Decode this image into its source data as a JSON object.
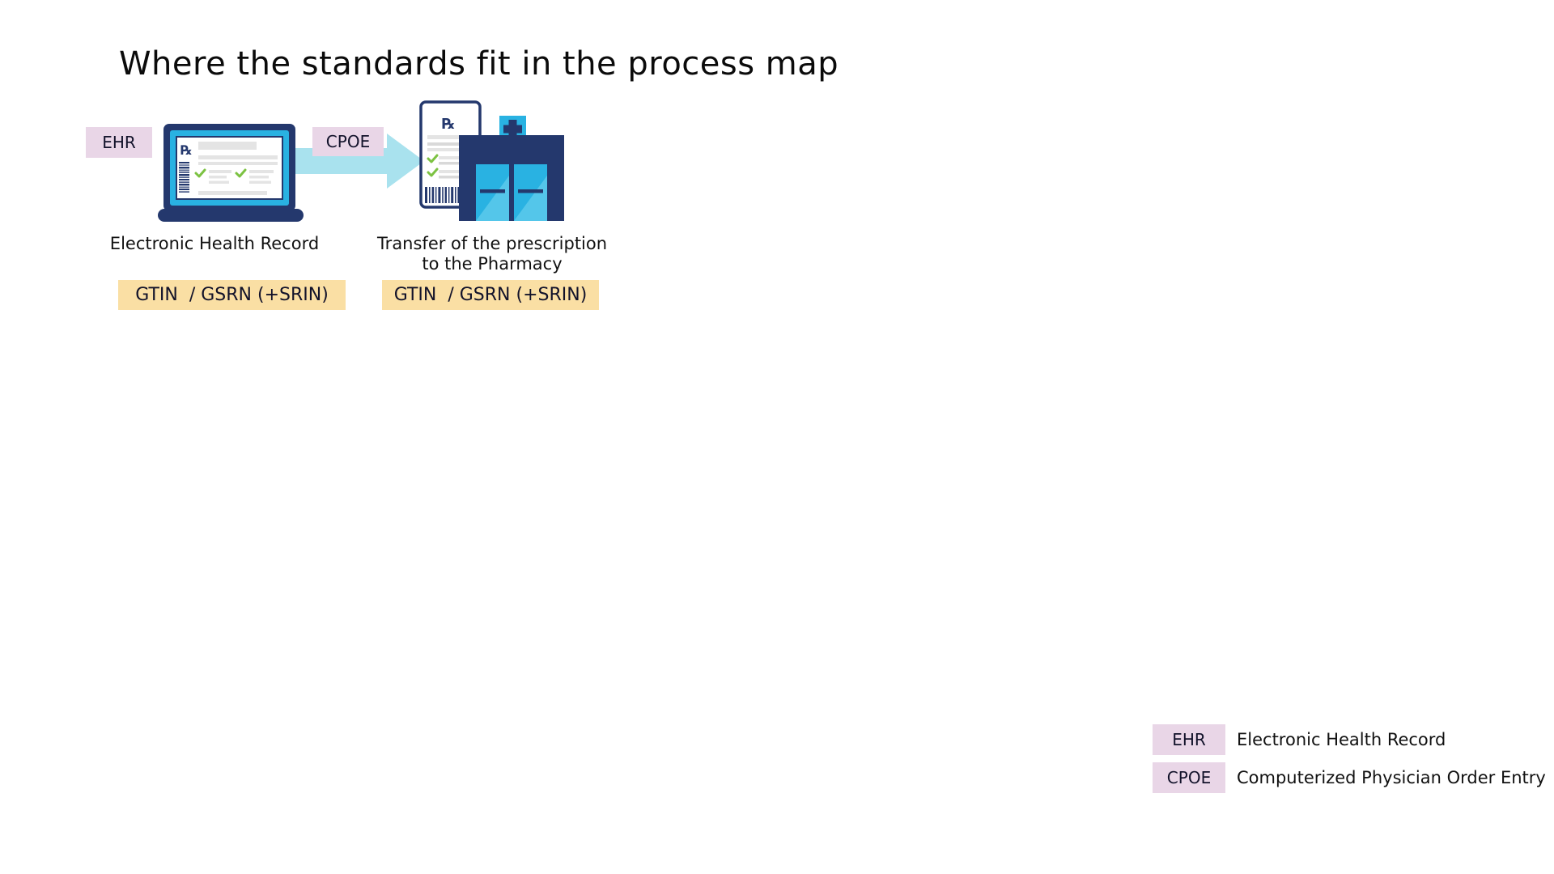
{
  "slide": {
    "title": "Where the standards fit in the process map"
  },
  "process": {
    "ehr_badge": "EHR",
    "cpoe_badge": "CPOE",
    "step1_caption": "Electronic Health Record",
    "step2_caption_line1": "Transfer of the prescription",
    "step2_caption_line2": "to the Pharmacy",
    "step1_standard": "GTIN  / GSRN (+SRIN)",
    "step2_standard": "GTIN  / GSRN (+SRIN)"
  },
  "icons": {
    "rx_symbol": "℞",
    "laptop": "laptop-ehr-icon",
    "arrow": "process-arrow-icon",
    "prescription": "prescription-icon",
    "pharmacy": "pharmacy-building-icon"
  },
  "legend": {
    "items": [
      {
        "abbr": "EHR",
        "label": "Electronic Health Record"
      },
      {
        "abbr": "CPOE",
        "label": "Computerized Physician Order Entry"
      }
    ]
  },
  "colors": {
    "badge_pink": "#e9d6e7",
    "badge_tan": "#fadfa4",
    "navy": "#24386d",
    "cyan": "#29b2e2",
    "arrow_cyan": "#a9e2ee",
    "check_green": "#7cc242",
    "line_gray": "#e4e4e4"
  }
}
